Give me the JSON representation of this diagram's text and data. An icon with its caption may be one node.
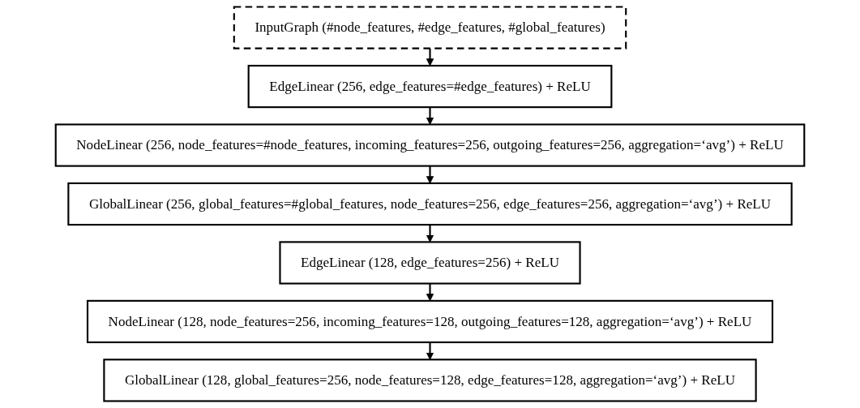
{
  "diagram": {
    "nodes": [
      {
        "text": [
          "InputGraph (#node_features, #edge_features, #global_features)"
        ]
      },
      {
        "text": [
          "EdgeLinear (256, edge_features=#edge_features) + ReLU"
        ]
      },
      {
        "text": [
          "NodeLinear (256, node_features=#node_features, incoming_features=256, outgoing_features=256, aggregation=‘avg’) + ReLU"
        ]
      },
      {
        "text": [
          "GlobalLinear (256, global_features=#global_features, node_features=256, edge_features=256, aggregation=‘avg’) + ReLU"
        ]
      },
      {
        "text": [
          "EdgeLinear (128, edge_features=256) + ReLU"
        ]
      },
      {
        "text": [
          "NodeLinear (128, node_features=256, incoming_features=128, outgoing_features=128, aggregation=‘avg’) + ReLU"
        ]
      },
      {
        "text": [
          "GlobalLinear (128, global_features=256, node_features=128, edge_features=128, aggregation=‘avg’) + ReLU"
        ]
      }
    ],
    "edges": [
      {
        "from": 0,
        "to": 1,
        "arrow": "to"
      },
      {
        "from": 1,
        "to": 2,
        "arrow": "to"
      },
      {
        "from": 2,
        "to": 3,
        "arrow": "to"
      },
      {
        "from": 3,
        "to": 4,
        "arrow": "to"
      },
      {
        "from": 4,
        "to": 5,
        "arrow": "to"
      },
      {
        "from": 5,
        "to": 6,
        "arrow": "to"
      }
    ]
  }
}
